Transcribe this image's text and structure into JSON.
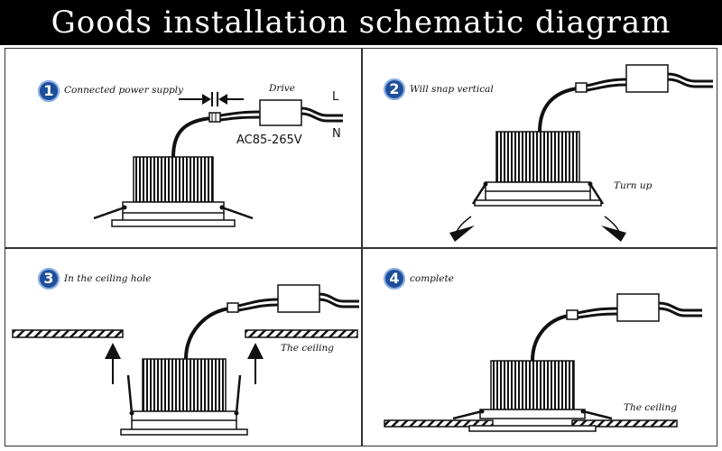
{
  "title": "Goods installation schematic diagram",
  "colors": {
    "badge": "#1f4f9a",
    "line": "#111111"
  },
  "steps": [
    {
      "number": "1",
      "label": "Connected power supply",
      "drive": "Drive",
      "voltage": "AC85-265V",
      "live": "L",
      "neutral": "N"
    },
    {
      "number": "2",
      "label": "Will snap vertical",
      "turn": "Turn up"
    },
    {
      "number": "3",
      "label": "In the ceiling hole",
      "ceiling": "The ceiling"
    },
    {
      "number": "4",
      "label": "complete",
      "ceiling": "The ceiling"
    }
  ]
}
